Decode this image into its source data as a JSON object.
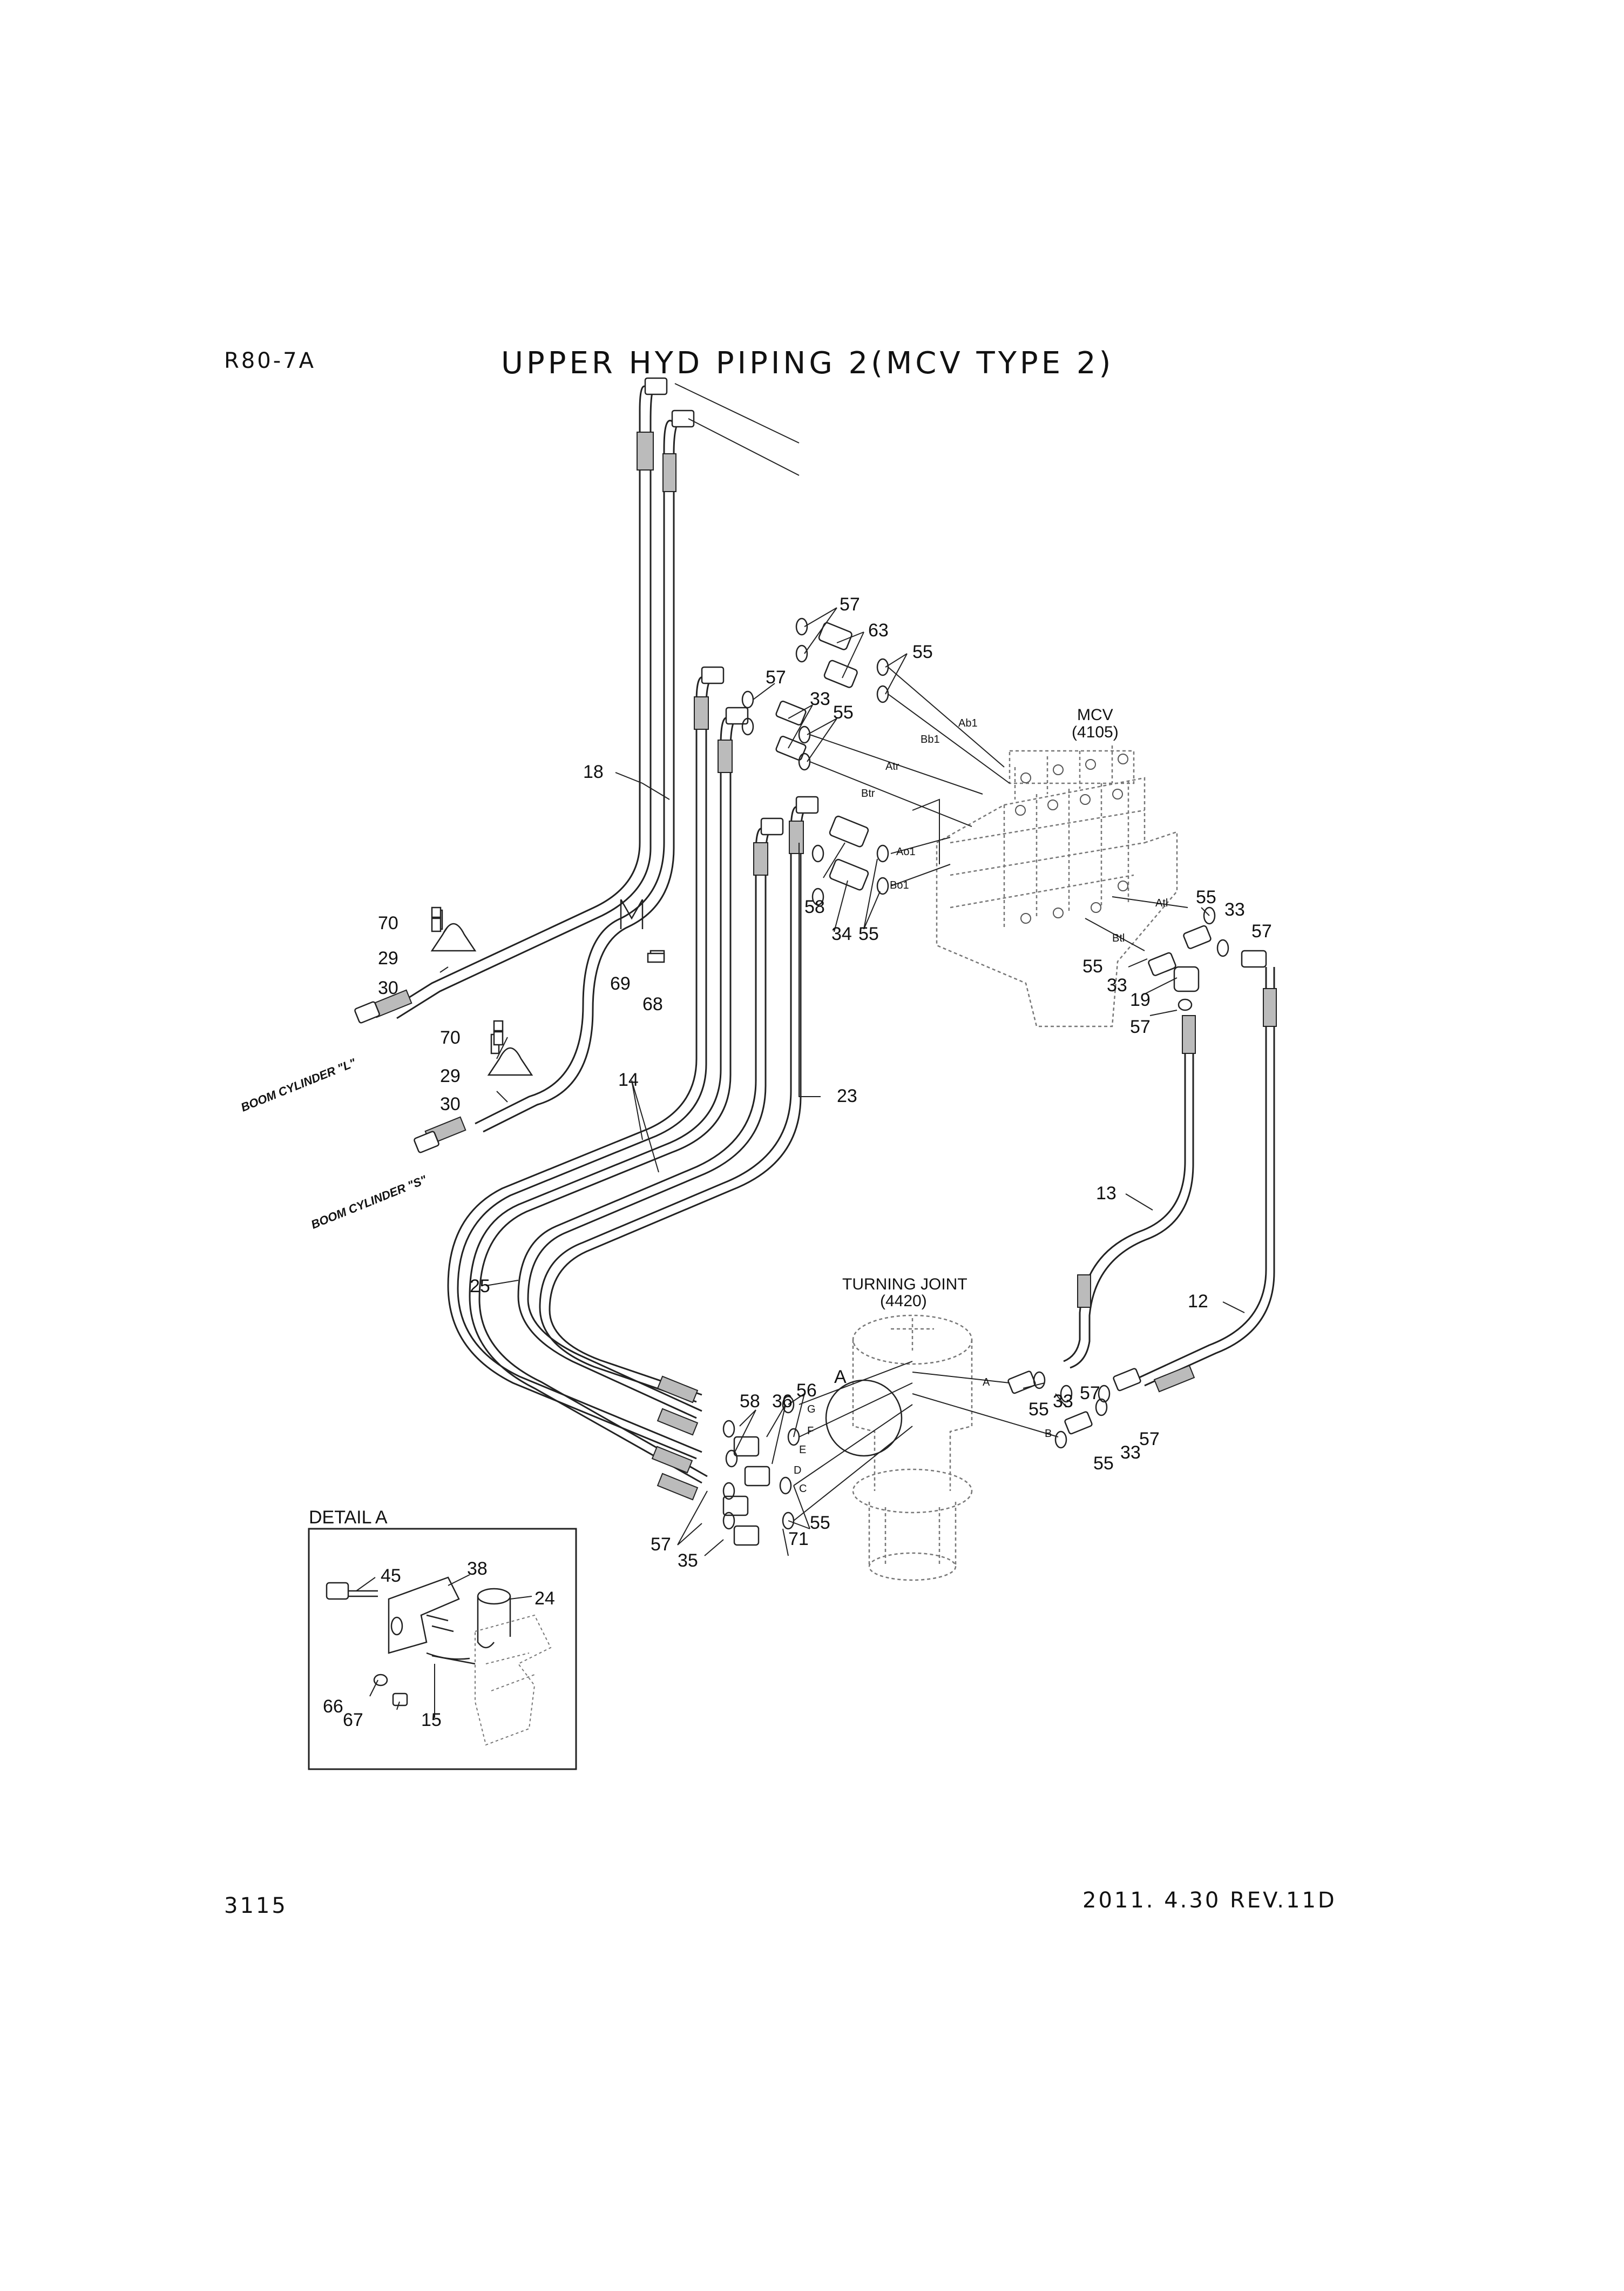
{
  "header": {
    "model": "R80-7A",
    "title": "UPPER HYD PIPING 2(MCV TYPE 2)"
  },
  "footer": {
    "page_number": "3115",
    "revision": "2011. 4.30  REV.11D"
  },
  "labels": {
    "mcv": "MCV",
    "mcv_code": "(4105)",
    "turning_joint": "TURNING JOINT",
    "turning_joint_code": "(4420)",
    "boom_l": "BOOM CYLINDER \"L\"",
    "boom_s": "BOOM CYLINDER \"S\"",
    "detail_title": "DETAIL A",
    "detail_ref": "A"
  },
  "ports": {
    "ab1": "Ab1",
    "bb1": "Bb1",
    "atr": "Atr",
    "btr": "Btr",
    "ao1": "Ao1",
    "bo1": "Bo1",
    "atl": "Atl",
    "btl": "Btl",
    "a": "A",
    "b": "B",
    "c": "C",
    "d": "D",
    "e": "E",
    "f": "F",
    "g": "G"
  },
  "callouts": {
    "p57a": "57",
    "p63": "63",
    "p55a": "55",
    "p57b": "57",
    "p33a": "33",
    "p55b": "55",
    "p18": "18",
    "p70a": "70",
    "p29a": "29",
    "p30a": "30",
    "p69": "69",
    "p68": "68",
    "p70b": "70",
    "p29b": "29",
    "p30b": "30",
    "p14": "14",
    "p58a": "58",
    "p34": "34",
    "p55c": "55",
    "p23": "23",
    "p55d": "55",
    "p33b": "33",
    "p57c": "57",
    "p55e": "55",
    "p33c": "33",
    "p19": "19",
    "p57d": "57",
    "p13": "13",
    "p25": "25",
    "p12": "12",
    "p58b": "58",
    "p36": "36",
    "p56": "56",
    "p55f": "55",
    "p33d": "33",
    "p57e": "57",
    "p33e": "33",
    "p57f": "57",
    "p55g": "55",
    "p55h": "55",
    "p71": "71",
    "p57g": "57",
    "p35": "35",
    "p45": "45",
    "p38": "38",
    "p24": "24",
    "p66": "66",
    "p67": "67",
    "p15": "15"
  }
}
